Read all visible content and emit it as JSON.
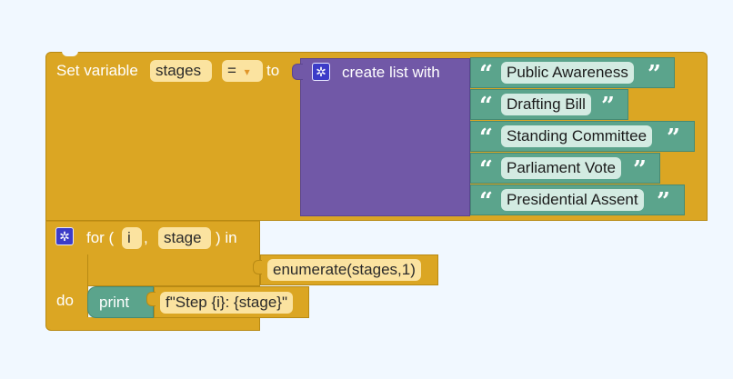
{
  "set_block": {
    "label": "Set variable",
    "var_name": "stages",
    "operator": "=",
    "dropdown_icon": "▾",
    "to_label": "to"
  },
  "list_block": {
    "icon": "gear-icon",
    "label": "create list with",
    "items": [
      "Public Awareness",
      "Drafting Bill",
      "Standing Committee",
      "Parliament Vote",
      "Presidential Assent"
    ]
  },
  "for_block": {
    "icon": "gear-icon",
    "for_label": "for (",
    "var1": "i",
    "comma": ",",
    "var2": "stage",
    "in_label": ") in",
    "iterable": "enumerate(stages,1)",
    "do_label": "do"
  },
  "print_block": {
    "label": "print",
    "arg": "f\"Step {i}: {stage}\""
  },
  "quote_open": "“",
  "quote_close": "”",
  "colors": {
    "variable_block": "#dba623",
    "list_block": "#7158a7",
    "string_block": "#5ba48c",
    "background": "#f1f8ff"
  }
}
